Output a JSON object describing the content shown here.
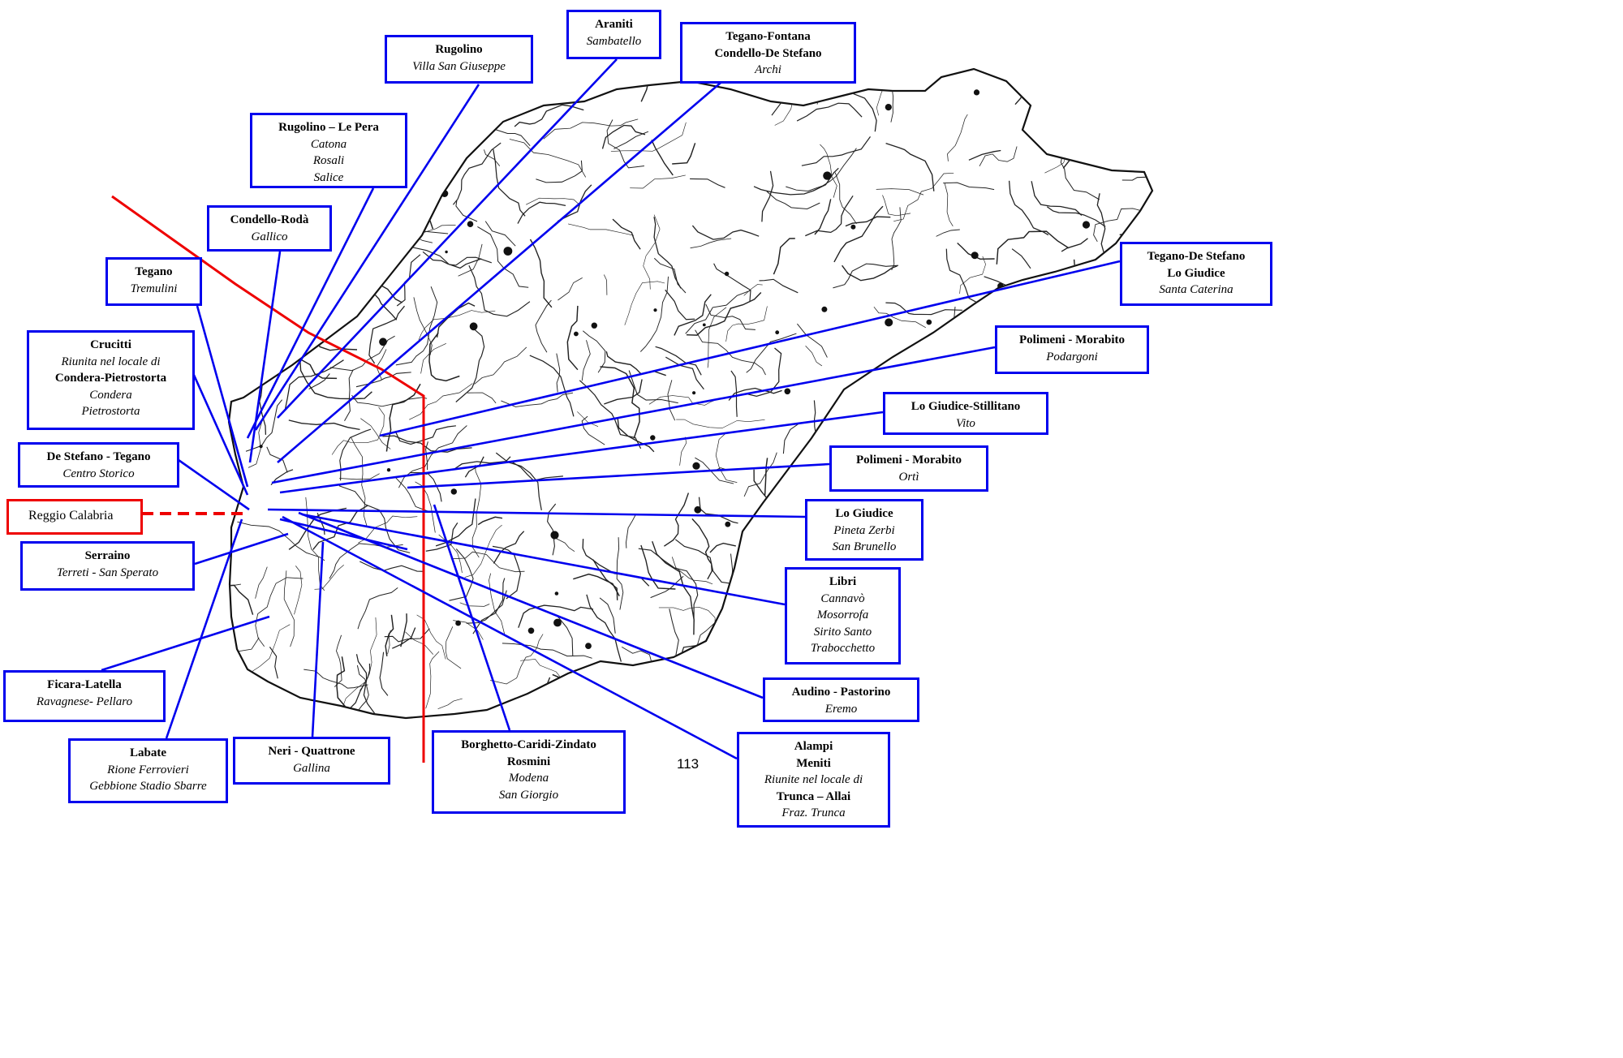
{
  "city_label": "Reggio Calabria",
  "page_number": "113",
  "colors": {
    "connector": "#0000ee",
    "highlight": "#ee0000",
    "map_ink": "#111111"
  },
  "boxes": [
    {
      "id": "araniti",
      "lines": [
        {
          "t": "Araniti",
          "s": "b"
        },
        {
          "t": "Sambatello",
          "s": "i"
        }
      ]
    },
    {
      "id": "tegano-fontana",
      "lines": [
        {
          "t": "Tegano-Fontana",
          "s": "b"
        },
        {
          "t": "Condello-De Stefano",
          "s": "b"
        },
        {
          "t": "Archi",
          "s": "i"
        }
      ]
    },
    {
      "id": "rugolino",
      "lines": [
        {
          "t": "Rugolino",
          "s": "b"
        },
        {
          "t": "Villa San Giuseppe",
          "s": "i"
        }
      ]
    },
    {
      "id": "rugolino-le-pera",
      "lines": [
        {
          "t": "Rugolino – Le Pera",
          "s": "b"
        },
        {
          "t": "Catona",
          "s": "i"
        },
        {
          "t": "Rosali",
          "s": "i"
        },
        {
          "t": "Salice",
          "s": "i"
        }
      ]
    },
    {
      "id": "condello-roda",
      "lines": [
        {
          "t": "Condello-Rodà",
          "s": "b"
        },
        {
          "t": "Gallico",
          "s": "i"
        }
      ]
    },
    {
      "id": "tegano",
      "lines": [
        {
          "t": "Tegano",
          "s": "b"
        },
        {
          "t": "Tremulini",
          "s": "i"
        }
      ]
    },
    {
      "id": "crucitti",
      "lines": [
        {
          "t": "Crucitti",
          "s": "b"
        },
        {
          "t": "Riunita nel locale di",
          "s": "i"
        },
        {
          "t": "Condera-Pietrostorta",
          "s": "b"
        },
        {
          "t": "Condera",
          "s": "i"
        },
        {
          "t": "Pietrostorta",
          "s": "i"
        }
      ]
    },
    {
      "id": "de-stefano-tegano",
      "lines": [
        {
          "t": "De Stefano - Tegano",
          "s": "b"
        },
        {
          "t": "Centro Storico",
          "s": "i"
        }
      ]
    },
    {
      "id": "serraino",
      "lines": [
        {
          "t": "Serraino",
          "s": "b"
        },
        {
          "t": "Terreti - San Sperato",
          "s": "i"
        }
      ]
    },
    {
      "id": "ficara-latella",
      "lines": [
        {
          "t": "Ficara-Latella",
          "s": "b"
        },
        {
          "t": "Ravagnese- Pellaro",
          "s": "i"
        }
      ]
    },
    {
      "id": "labate",
      "lines": [
        {
          "t": "Labate",
          "s": "b"
        },
        {
          "t": "Rione Ferrovieri",
          "s": "i"
        },
        {
          "t": "Gebbione Stadio Sbarre",
          "s": "i"
        }
      ]
    },
    {
      "id": "neri-quattrone",
      "lines": [
        {
          "t": "Neri - Quattrone",
          "s": "b"
        },
        {
          "t": "Gallina",
          "s": "i"
        }
      ]
    },
    {
      "id": "borghetto",
      "lines": [
        {
          "t": "Borghetto-Caridi-Zindato",
          "s": "b"
        },
        {
          "t": "Rosmini",
          "s": "b"
        },
        {
          "t": "Modena",
          "s": "i"
        },
        {
          "t": "San Giorgio",
          "s": "i"
        }
      ]
    },
    {
      "id": "tegano-de-stefano",
      "lines": [
        {
          "t": "Tegano-De Stefano",
          "s": "b"
        },
        {
          "t": "Lo Giudice",
          "s": "b"
        },
        {
          "t": "Santa Caterina",
          "s": "i"
        }
      ]
    },
    {
      "id": "polimeni-podargoni",
      "lines": [
        {
          "t": "Polimeni - Morabito",
          "s": "b"
        },
        {
          "t": "Podargoni",
          "s": "i"
        }
      ]
    },
    {
      "id": "lo-giudice-stillitano",
      "lines": [
        {
          "t": "Lo Giudice-Stillitano",
          "s": "b"
        },
        {
          "t": "Vito",
          "s": "i"
        }
      ]
    },
    {
      "id": "polimeni-orti",
      "lines": [
        {
          "t": "Polimeni - Morabito",
          "s": "b"
        },
        {
          "t": "Ortì",
          "s": "i"
        }
      ]
    },
    {
      "id": "lo-giudice",
      "lines": [
        {
          "t": "Lo Giudice",
          "s": "b"
        },
        {
          "t": "Pineta Zerbi",
          "s": "i"
        },
        {
          "t": "San Brunello",
          "s": "i"
        }
      ]
    },
    {
      "id": "libri",
      "lines": [
        {
          "t": "Libri",
          "s": "b"
        },
        {
          "t": "Cannavò",
          "s": "i"
        },
        {
          "t": "Mosorrofa",
          "s": "i"
        },
        {
          "t": "Sirito Santo",
          "s": "i"
        },
        {
          "t": "Trabocchetto",
          "s": "i"
        }
      ]
    },
    {
      "id": "audino-pastorino",
      "lines": [
        {
          "t": "Audino - Pastorino",
          "s": "b"
        },
        {
          "t": "Eremo",
          "s": "i"
        }
      ]
    },
    {
      "id": "alampi-meniti",
      "lines": [
        {
          "t": "Alampi",
          "s": "b"
        },
        {
          "t": "Meniti",
          "s": "b"
        },
        {
          "t": "Riunite nel locale di",
          "s": "i"
        },
        {
          "t": "Trunca – Allai",
          "s": "b"
        },
        {
          "t": "Fraz. Trunca",
          "s": "i"
        }
      ]
    }
  ]
}
